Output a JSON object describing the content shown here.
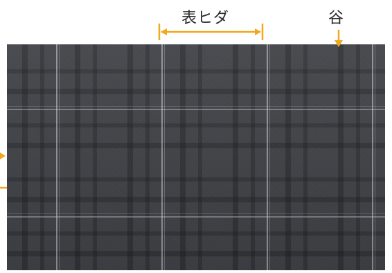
{
  "annotations": {
    "width_label": "表ヒダ",
    "valley_label": "谷"
  },
  "colors": {
    "annotation": "#f2a81d",
    "label_text": "#2b2b2b",
    "fabric_base": "#3f4146",
    "fabric_stripe": "#d2d4e1"
  },
  "image": {
    "subject": "fabric-swatch",
    "pattern": "windowpane-check"
  }
}
